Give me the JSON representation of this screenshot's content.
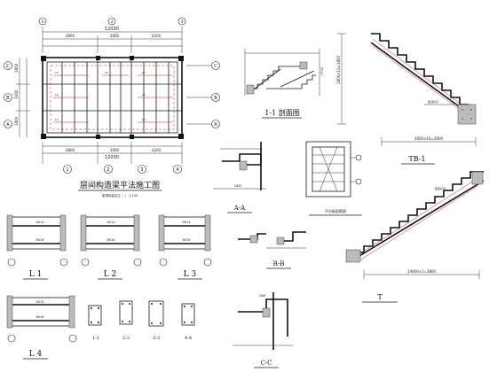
{
  "labels": {
    "plan_caption": "层间构造梁平法施工图",
    "plan_note": "梁顶标高见注（ ） 1:100",
    "section_11": "1-1 剖面图",
    "tb1": "TB-1",
    "section_aa": "A-A",
    "section_bb": "B-B",
    "section_cc": "C-C",
    "rebar_note": "平台板配筋图",
    "beam_l1": "L 1",
    "beam_l2": "L 2",
    "beam_l3": "L 3",
    "beam_l4": "L 4",
    "sec_1": "1-1",
    "sec_2": "2-2",
    "sec_3": "3-3",
    "sec_4": "4-4"
  },
  "axes": {
    "top": [
      "1",
      "2",
      "3"
    ],
    "bottom": [
      "1",
      "2",
      "3",
      "4"
    ],
    "left": [
      "C",
      "B",
      "A"
    ],
    "right": [
      "C",
      "B",
      "A"
    ]
  },
  "dims": {
    "top_total": "12000",
    "top_parts": [
      "4800",
      "3000",
      "4200"
    ],
    "bottom_total": "12000",
    "bottom_parts": [
      "4800",
      "3000",
      "4200"
    ],
    "left_parts": [
      "1800",
      "3000",
      "1800"
    ],
    "tb1_bottom": "3000×10=3000",
    "stair_bottom": "14000×1=3800"
  }
}
